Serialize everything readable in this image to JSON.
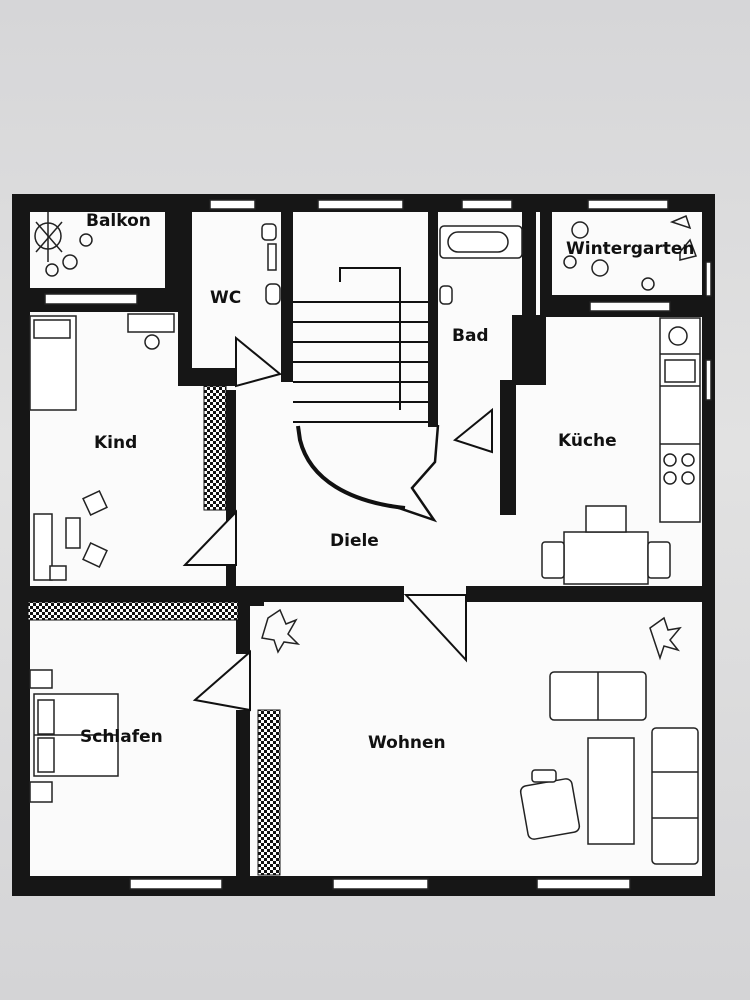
{
  "plan": {
    "rooms": {
      "balkon": "Balkon",
      "wc": "WC",
      "bad": "Bad",
      "wintergarten": "Wintergarten",
      "kind": "Kind",
      "kueche": "Küche",
      "diele": "Diele",
      "schlafen": "Schlafen",
      "wohnen": "Wohnen"
    }
  }
}
